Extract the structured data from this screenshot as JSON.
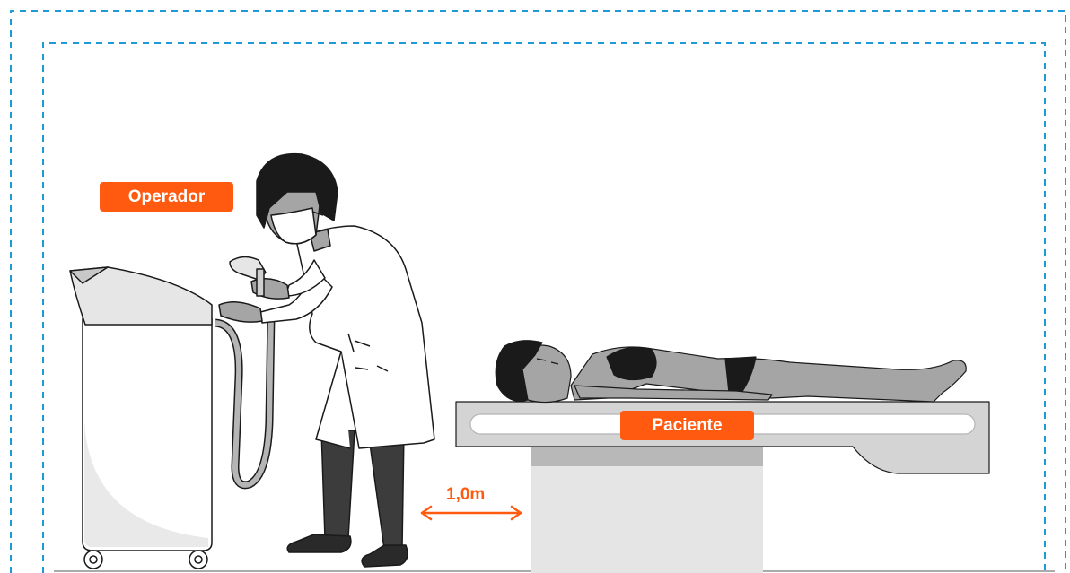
{
  "labels": {
    "operator": "Operador",
    "patient": "Paciente",
    "distance": "1,0m"
  },
  "colors": {
    "accent": "#FF5A0F",
    "boundary": "#1E9BD7",
    "skin": "#A5A5A5",
    "dark": "#3C3C3C",
    "light_gray": "#E5E5E5",
    "mid_gray": "#D4D4D4"
  },
  "icons": {
    "arrow": "double-headed-arrow-icon"
  }
}
